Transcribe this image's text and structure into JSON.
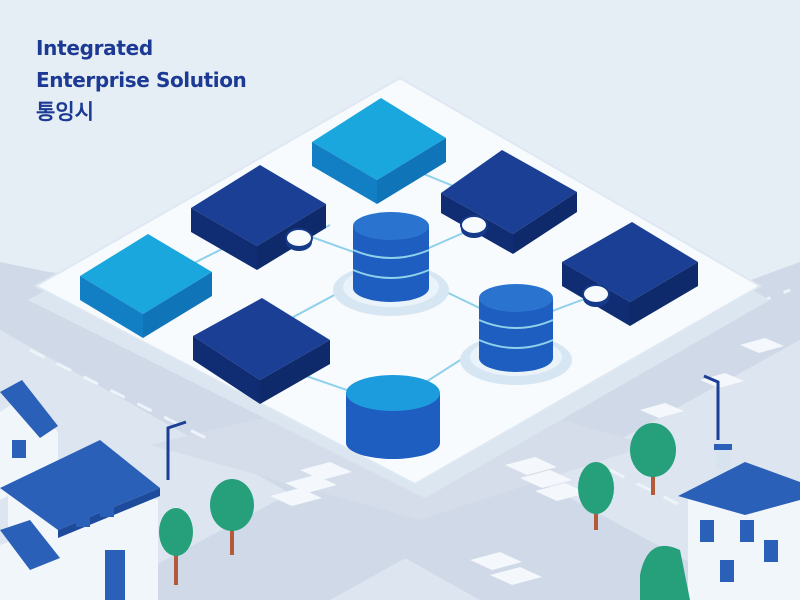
{
  "headline": {
    "line1": "Integrated",
    "line2": "Enterprise Solution",
    "line3": "통잉시"
  },
  "colors": {
    "background": "#e6eef5",
    "platform": "#f7fbfe",
    "navy_block": "#163a8a",
    "cyan_block": "#16a4dc",
    "database": "#1d5ec0",
    "database_light": "#1c8fd8",
    "connector": "#7ecae8",
    "road": "#cdd7e6",
    "house_wall": "#f1f6fb",
    "house_roof": "#2b60b8",
    "tree": "#26a07a",
    "trunk": "#b35a3a",
    "title": "#1c3a94"
  },
  "icons": {
    "blocks": "server-block-icon",
    "databases": "database-icon",
    "nodes": "connector-node-icon",
    "houses": "house-icon",
    "trees": "tree-icon",
    "lamps": "street-lamp-icon"
  }
}
